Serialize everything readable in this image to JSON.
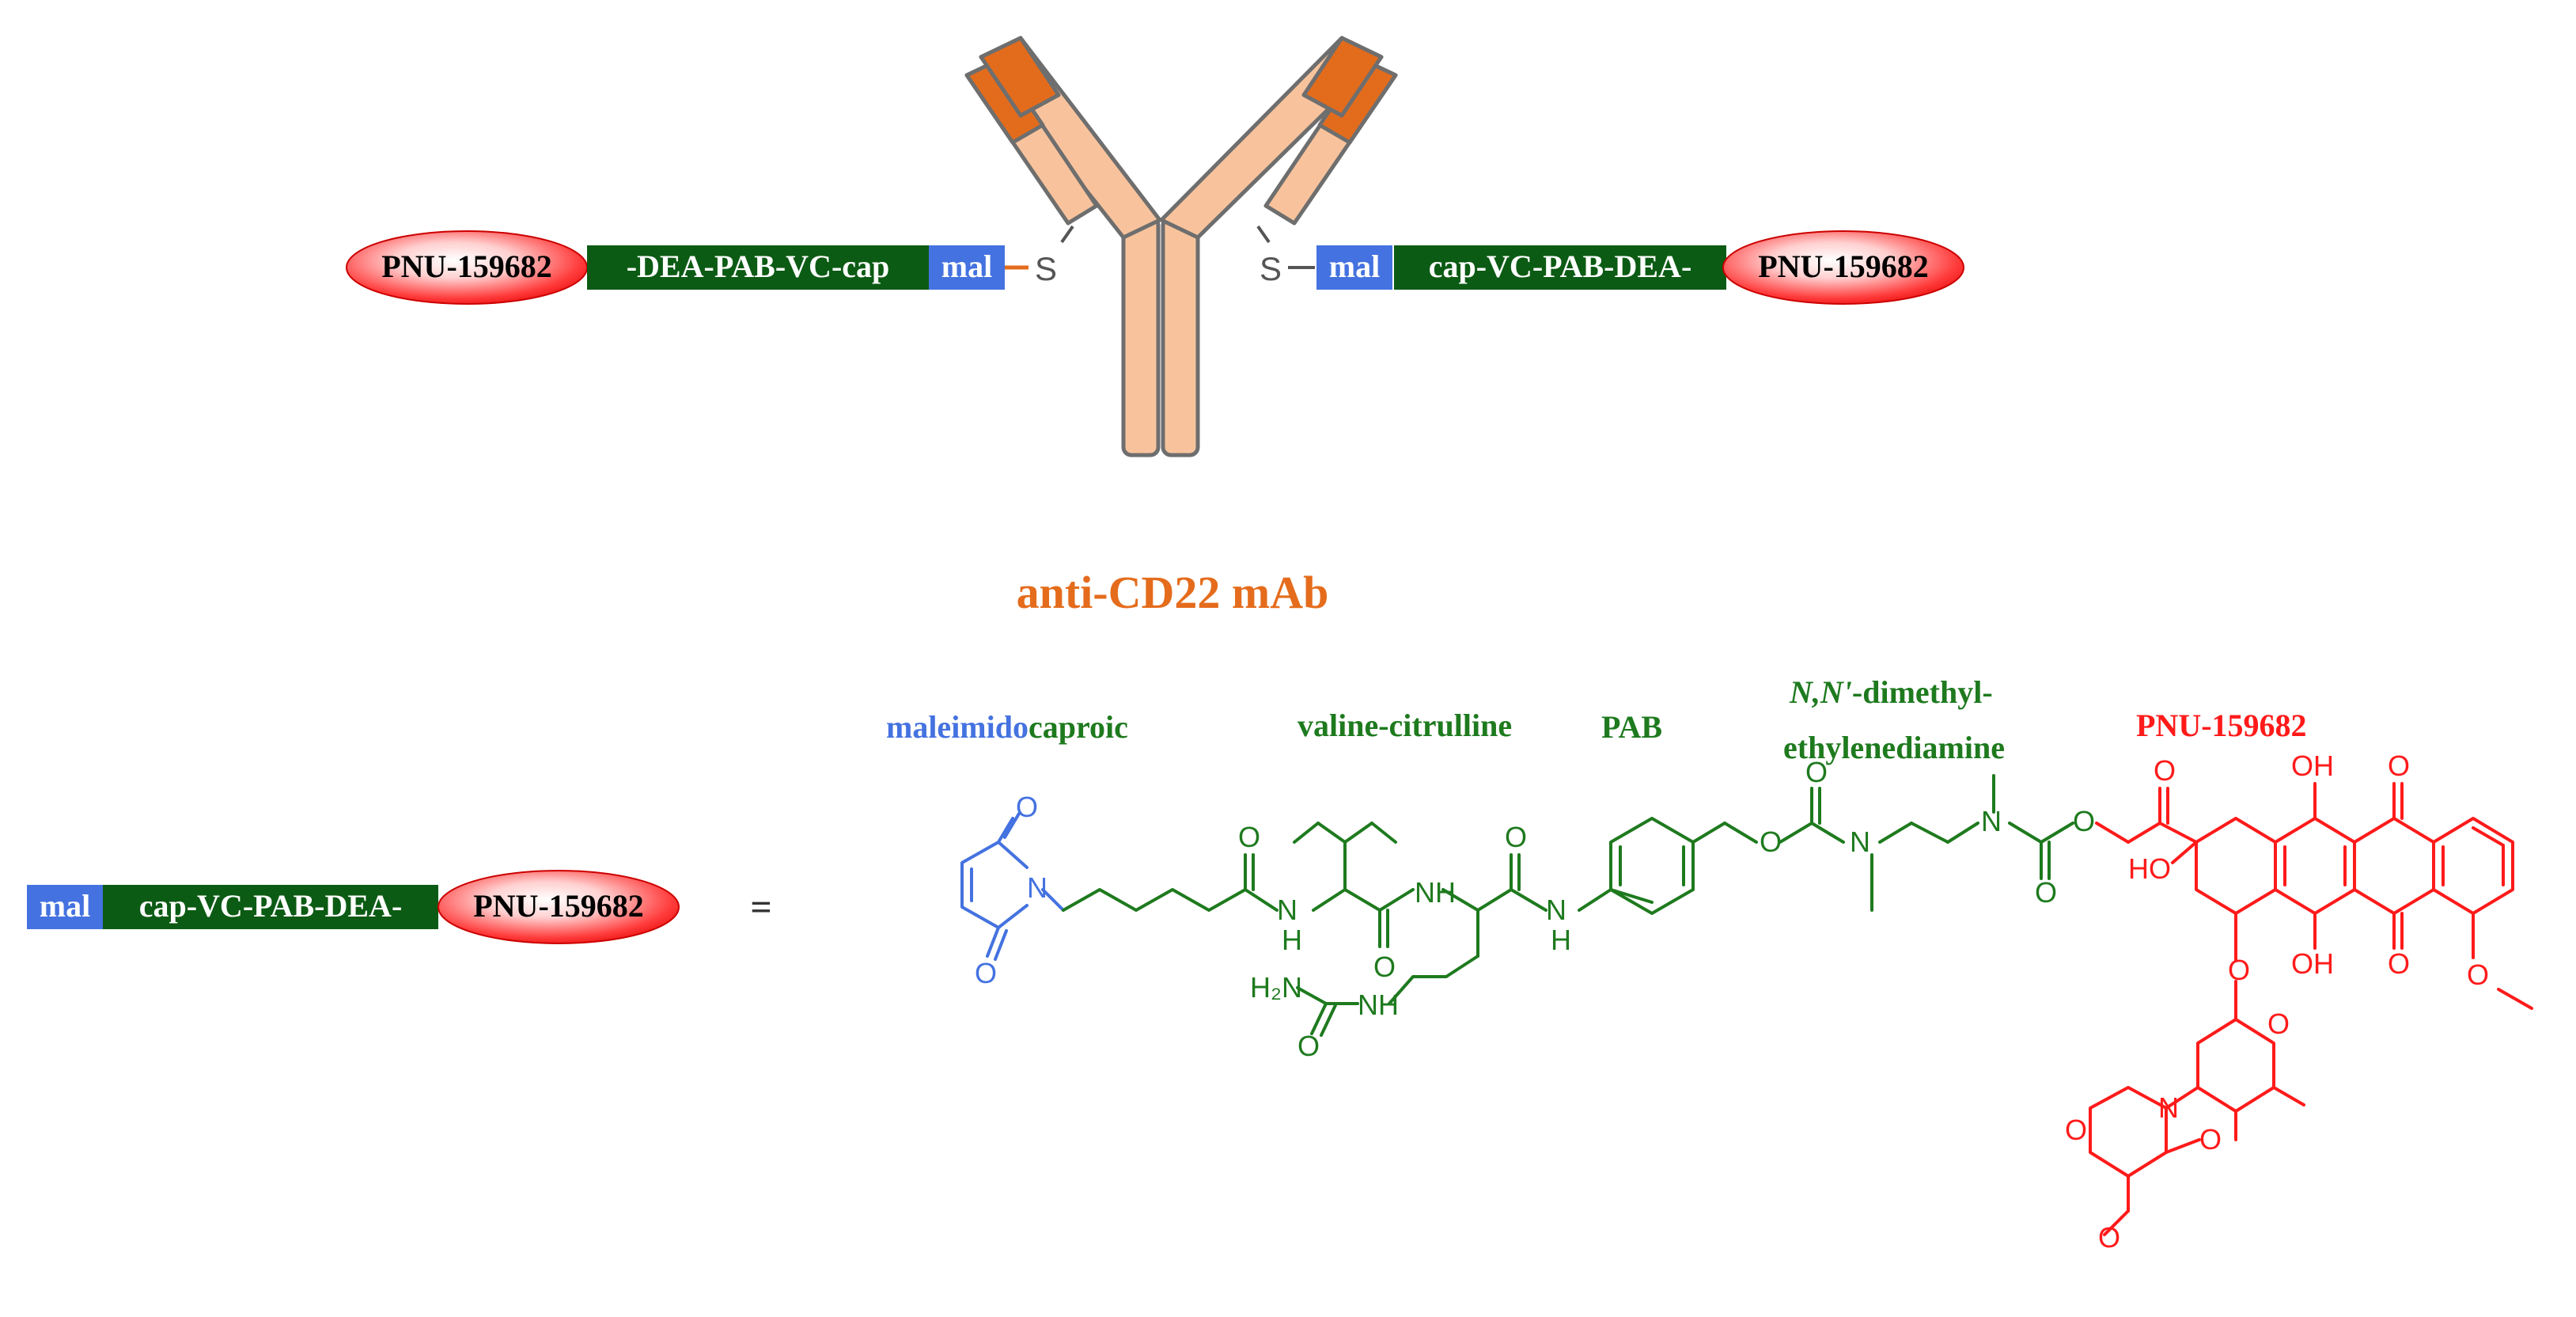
{
  "antibody": {
    "label": "anti-CD22 mAb",
    "left_linker": {
      "payload": "PNU-159682",
      "linker": "-DEA-PAB-VC-cap",
      "mal": "mal",
      "thiol": "S"
    },
    "right_linker": {
      "thiol": "S",
      "mal": "mal",
      "linker": "cap-VC-PAB-DEA-",
      "payload": "PNU-159682"
    }
  },
  "legend_construct": {
    "mal": "mal",
    "linker": "cap-VC-PAB-DEA-",
    "payload": "PNU-159682",
    "equals": "="
  },
  "segment_labels": {
    "maleimido": "maleimido",
    "caproic": "caproic",
    "valine_citrulline": "valine-citrulline",
    "pab": "PAB",
    "dmeda_line1_italic": "N,N'",
    "dmeda_line1_rest": "-dimethyl-",
    "dmeda_line2": "ethylenediamine",
    "payload": "PNU-159682"
  },
  "atoms": {
    "O": "O",
    "N": "N",
    "H": "H",
    "NH": "NH",
    "H2N": "H₂N",
    "OH": "OH",
    "HO": "HO"
  },
  "colors": {
    "antibody_light": "#f8c39c",
    "antibody_dark": "#e36c1c",
    "antibody_outline": "#6e6e6e",
    "antibody_label": "#e46c1c",
    "maleimide_blue": "#4472e0",
    "linker_green": "#1e7a1e",
    "linker_box_green": "#0c5b14",
    "payload_red": "#ff1a1a"
  }
}
